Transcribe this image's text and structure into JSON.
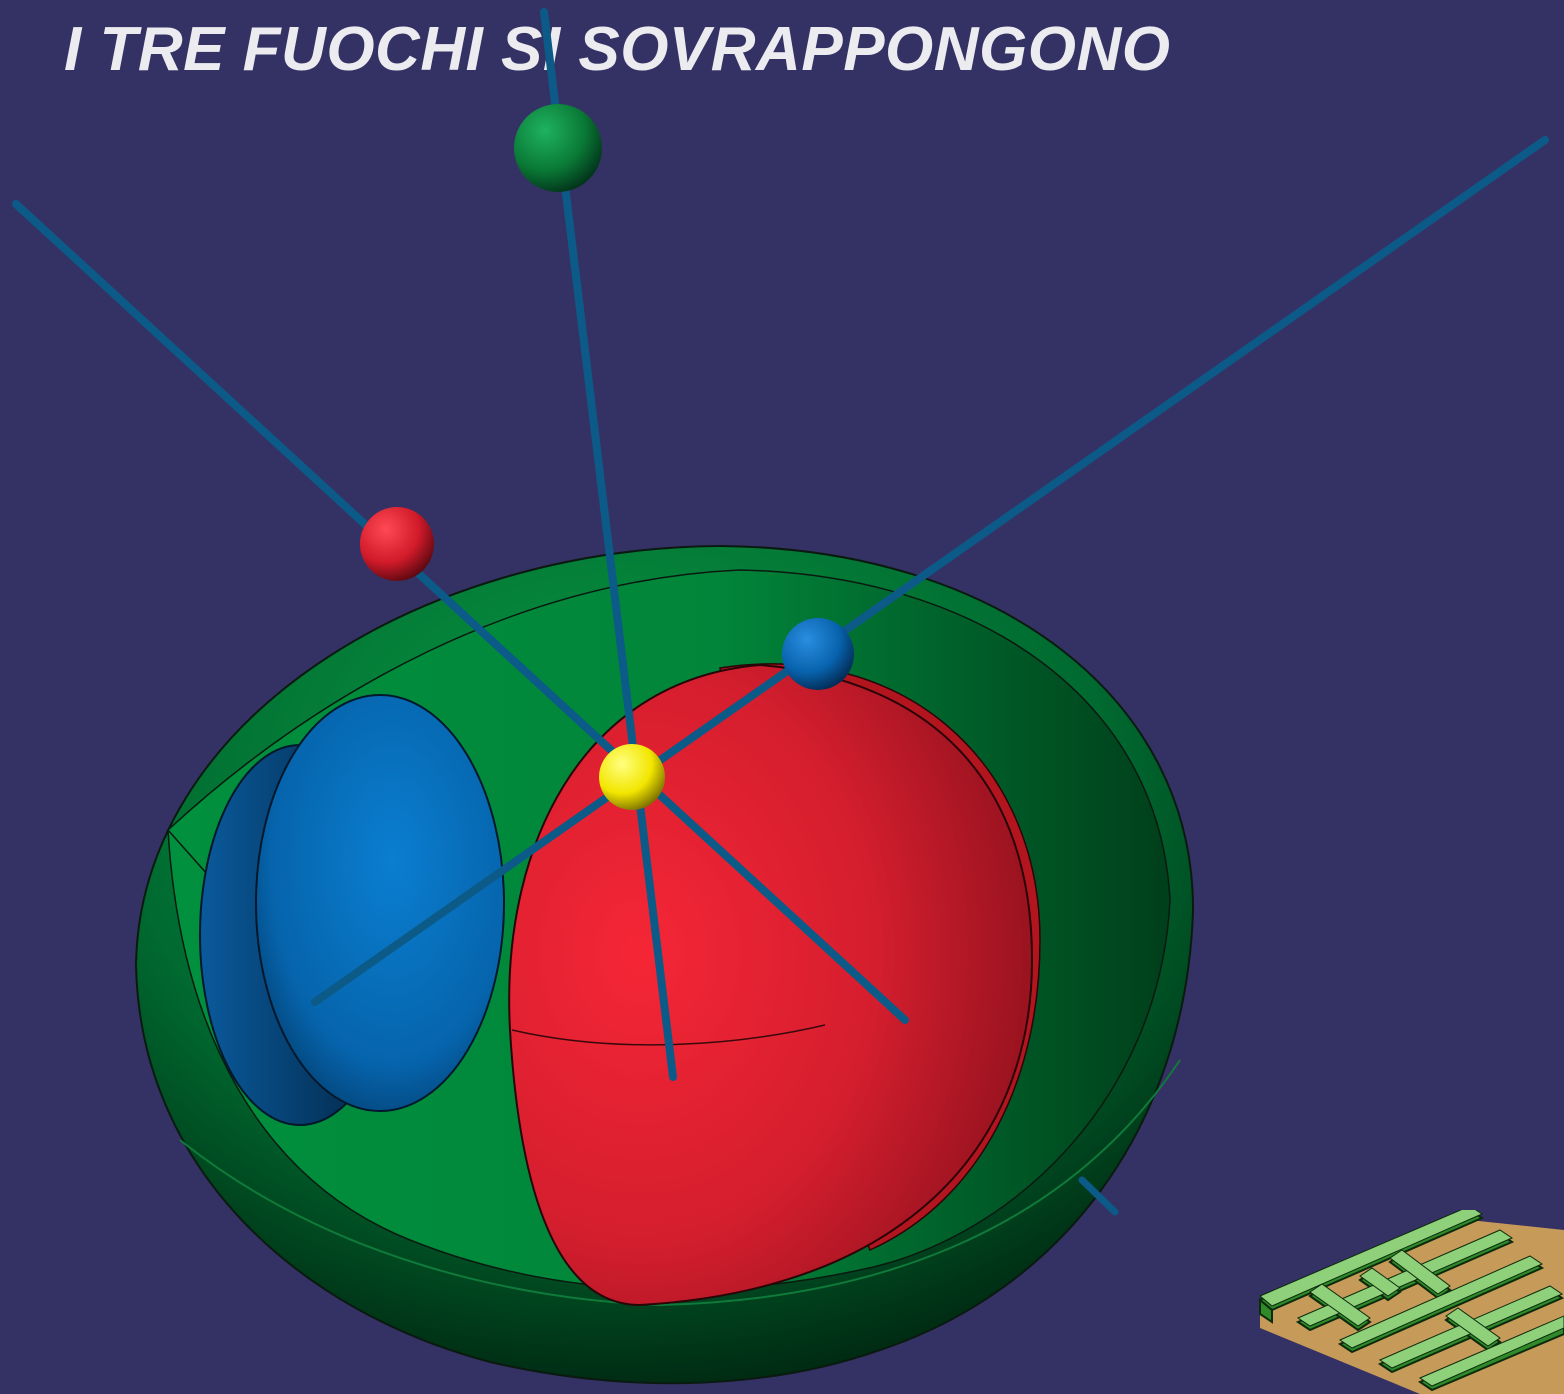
{
  "slide": {
    "title": "I TRE FUOCHI SI SOVRAPPONGONO",
    "background_color": "#343264"
  },
  "scene": {
    "ellipsoids": [
      {
        "name": "green-ellipsoid",
        "color": "#008a3c"
      },
      {
        "name": "blue-ellipsoid",
        "color": "#0a74c4"
      },
      {
        "name": "red-ellipsoid",
        "color": "#ed2233"
      }
    ],
    "focus_spheres": [
      {
        "name": "green-focus-sphere",
        "color": "#0c8a3a"
      },
      {
        "name": "red-focus-sphere",
        "color": "#e0202f"
      },
      {
        "name": "blue-focus-sphere",
        "color": "#0b6ab8"
      },
      {
        "name": "yellow-common-focus-sphere",
        "color": "#ffee00"
      }
    ],
    "axis_rod_color": "#0c5a88"
  },
  "decoration": {
    "maze_icon": "maze-icon"
  }
}
